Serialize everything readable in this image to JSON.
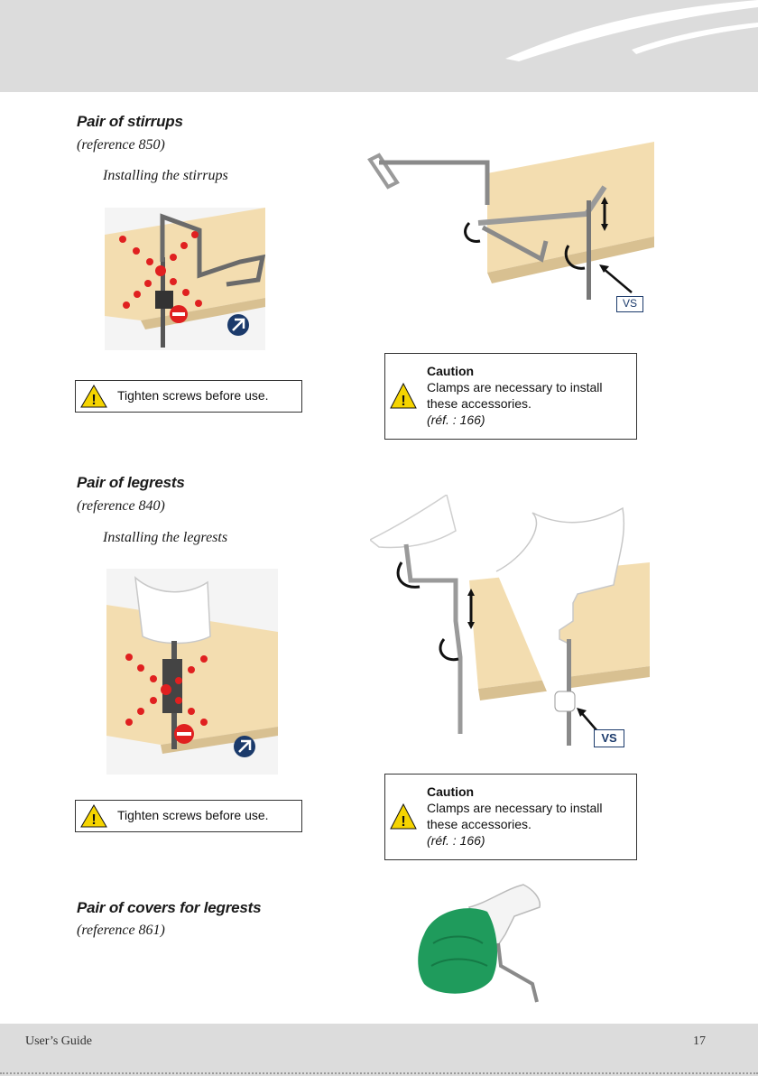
{
  "sections": [
    {
      "title": "Pair of stirrups",
      "reference": "(reference 850)",
      "subtitle": "Installing the stirrups",
      "warning": "Tighten screws before use.",
      "caution": {
        "heading": "Caution",
        "line1": "Clamps are necessary to install",
        "line2": "these accessories.",
        "ref": "(réf. : 166)"
      },
      "photo_label": "VS"
    },
    {
      "title": "Pair of legrests",
      "reference": "(reference 840)",
      "subtitle": "Installing the legrests",
      "warning": "Tighten screws before use.",
      "caution": {
        "heading": "Caution",
        "line1": "Clamps are necessary to install",
        "line2": "these accessories.",
        "ref": "(réf. : 166)"
      },
      "photo_label": "VS"
    },
    {
      "title": "Pair of covers for legrests",
      "reference": "(reference 861)"
    }
  ],
  "footer": {
    "left": "User’s Guide",
    "page": "17"
  },
  "colors": {
    "band": "#dcdcdc",
    "cushion": "#f3ddb0",
    "cross": "#e02020",
    "cover": "#1f9b5c",
    "badge": "#1b3a6b"
  }
}
